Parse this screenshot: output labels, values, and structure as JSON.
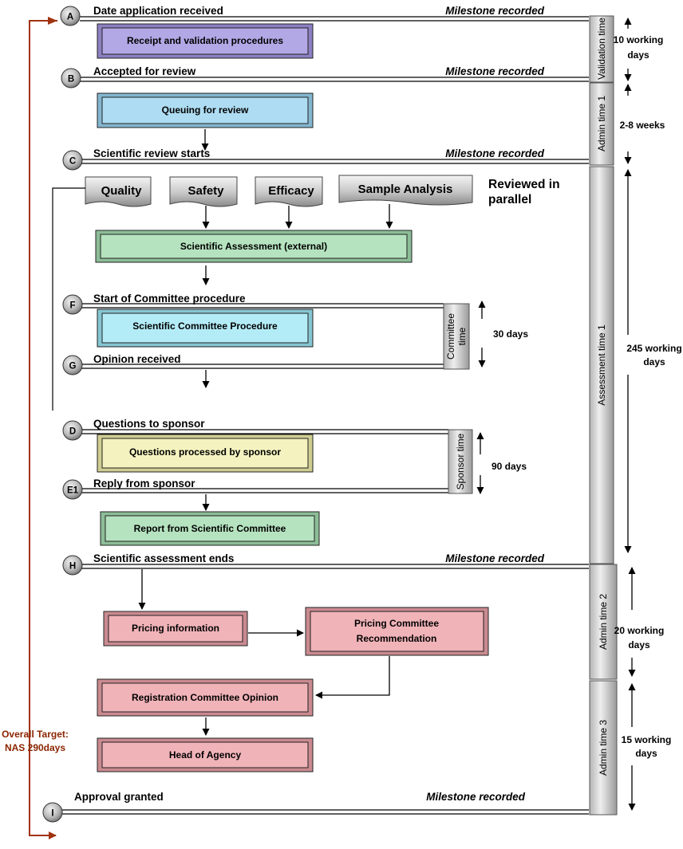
{
  "milestones": {
    "A": {
      "letter": "A",
      "label": "Date application received",
      "note": "Milestone recorded"
    },
    "B": {
      "letter": "B",
      "label": "Accepted for review",
      "note": "Milestone recorded"
    },
    "C": {
      "letter": "C",
      "label": "Scientific review starts",
      "note": "Milestone recorded"
    },
    "F": {
      "letter": "F",
      "label": "Start of Committee procedure"
    },
    "G": {
      "letter": "G",
      "label": "Opinion received"
    },
    "D": {
      "letter": "D",
      "label": "Questions to sponsor"
    },
    "E1": {
      "letter": "E1",
      "label": "Reply from sponsor"
    },
    "H": {
      "letter": "H",
      "label": "Scientific assessment ends",
      "note": "Milestone recorded"
    },
    "I": {
      "letter": "I",
      "label": "Approval granted",
      "note": "Milestone recorded"
    }
  },
  "boxes": {
    "receipt": "Receipt and validation procedures",
    "queuing": "Queuing for review",
    "sci_assessment": "Scientific Assessment (external)",
    "committee_proc": "Scientific Committee Procedure",
    "questions": "Questions processed by sponsor",
    "report": "Report from Scientific Committee",
    "pricing_info": "Pricing information",
    "pricing_rec_1": "Pricing Committee",
    "pricing_rec_2": "Recommendation",
    "registration": "Registration Committee Opinion",
    "head": "Head of Agency"
  },
  "review_areas": [
    "Quality",
    "Safety",
    "Efficacy",
    "Sample Analysis"
  ],
  "parallel_note": {
    "line1": "Reviewed in",
    "line2": "parallel"
  },
  "time_bars": {
    "validation": "Validation time",
    "admin1": "Admin time 1",
    "assessment1": "Assessment time 1",
    "admin2": "Admin time 2",
    "admin3": "Admin time 3",
    "committee_1": "Committee",
    "committee_2": "time",
    "sponsor": "Sponsor time"
  },
  "durations": {
    "validation_1": "10 working",
    "validation_2": "days",
    "admin1": "2-8 weeks",
    "assessment_1": "245 working",
    "assessment_2": "days",
    "admin2_1": "20 working",
    "admin2_2": "days",
    "admin3_1": "15 working",
    "admin3_2": "days",
    "committee": "30 days",
    "sponsor": "90 days"
  },
  "overall_target": {
    "line1": "Overall Target:",
    "line2": "NAS  290days"
  },
  "colors": {
    "purple": "#b3a8e6",
    "blue": "#aedcf2",
    "green": "#b5e3bf",
    "cyan": "#b3ecf7",
    "yellow": "#f4f3c0",
    "pink": "#f0b3b8",
    "target_arrow": "#a0330f"
  }
}
